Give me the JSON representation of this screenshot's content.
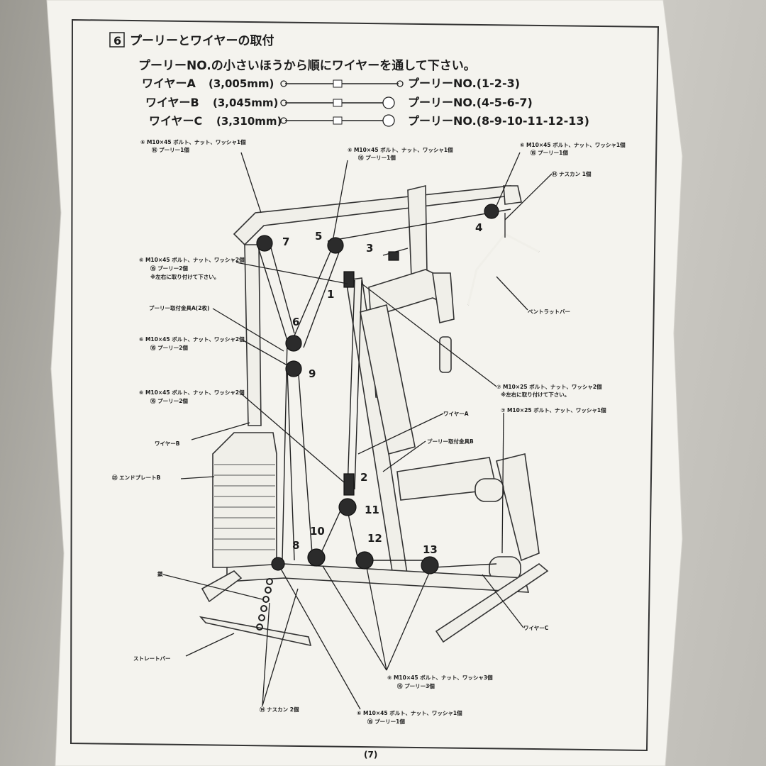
{
  "section": {
    "number": "6",
    "title": "プーリーとワイヤーの取付",
    "instruction": "プーリーNO.の小さいほうから順にワイヤーを通して下さい。"
  },
  "wires": [
    {
      "name": "ワイヤーA",
      "length": "(3,005mm)",
      "pulleys": "プーリーNO.(1-2-3)"
    },
    {
      "name": "ワイヤーB",
      "length": "(3,045mm)",
      "pulleys": "プーリーNO.(4-5-6-7)"
    },
    {
      "name": "ワイヤーC",
      "length": "(3,310mm)",
      "pulleys": "プーリーNO.(8-9-10-11-12-13)"
    }
  ],
  "callouts": {
    "top_left": [
      "⑥ M10×45 ボルト、ナット、ワッシャ1個",
      "⑯ プーリー1個"
    ],
    "top_middle": [
      "⑥ M10×45 ボルト、ナット、ワッシャ1個",
      "⑯ プーリー1個"
    ],
    "top_right": [
      "⑥ M10×45 ボルト、ナット、ワッシャ1個",
      "⑯ プーリー1個"
    ],
    "nascan_right": "⑭ ナスカン 1個",
    "left_1": [
      "⑥ M10×45 ボルト、ナット、ワッシャ2個",
      "⑯ プーリー2個",
      "※左右に取り付けて下さい。"
    ],
    "left_2": "プーリー取付金具A(2枚)",
    "left_3": [
      "⑥ M10×45 ボルト、ナット、ワッシャ2個",
      "⑯ プーリー2個"
    ],
    "left_4": [
      "⑥ M10×45 ボルト、ナット、ワッシャ2個",
      "⑯ プーリー2個"
    ],
    "wire_b": "ワイヤーB",
    "end_plate": "㉓ エンドプレートB",
    "chain": "鎖",
    "straight_bar": "ストレートバー",
    "nascan_bottom": "⑭ ナスカン 2個",
    "bent_lat_bar": "ベントラットバー",
    "right_1": [
      "⑦ M10×25 ボルト、ナット、ワッシャ2個",
      "※左右に取り付けて下さい。"
    ],
    "wire_a": "ワイヤーA",
    "right_2": "⑦ M10×25 ボルト、ナット、ワッシャ1個",
    "pulley_bracket_b": "プーリー取付金具B",
    "wire_c": "ワイヤーC",
    "bottom_center": [
      "⑥ M10×45 ボルト、ナット、ワッシャ3個",
      "⑯ プーリー3個"
    ],
    "bottom_right": [
      "⑥ M10×45 ボルト、ナット、ワッシャ1個",
      "⑯ プーリー1個"
    ]
  },
  "pulley_numbers": [
    "1",
    "2",
    "3",
    "4",
    "5",
    "6",
    "7",
    "8",
    "9",
    "10",
    "11",
    "12",
    "13"
  ],
  "page_number": "(7)"
}
